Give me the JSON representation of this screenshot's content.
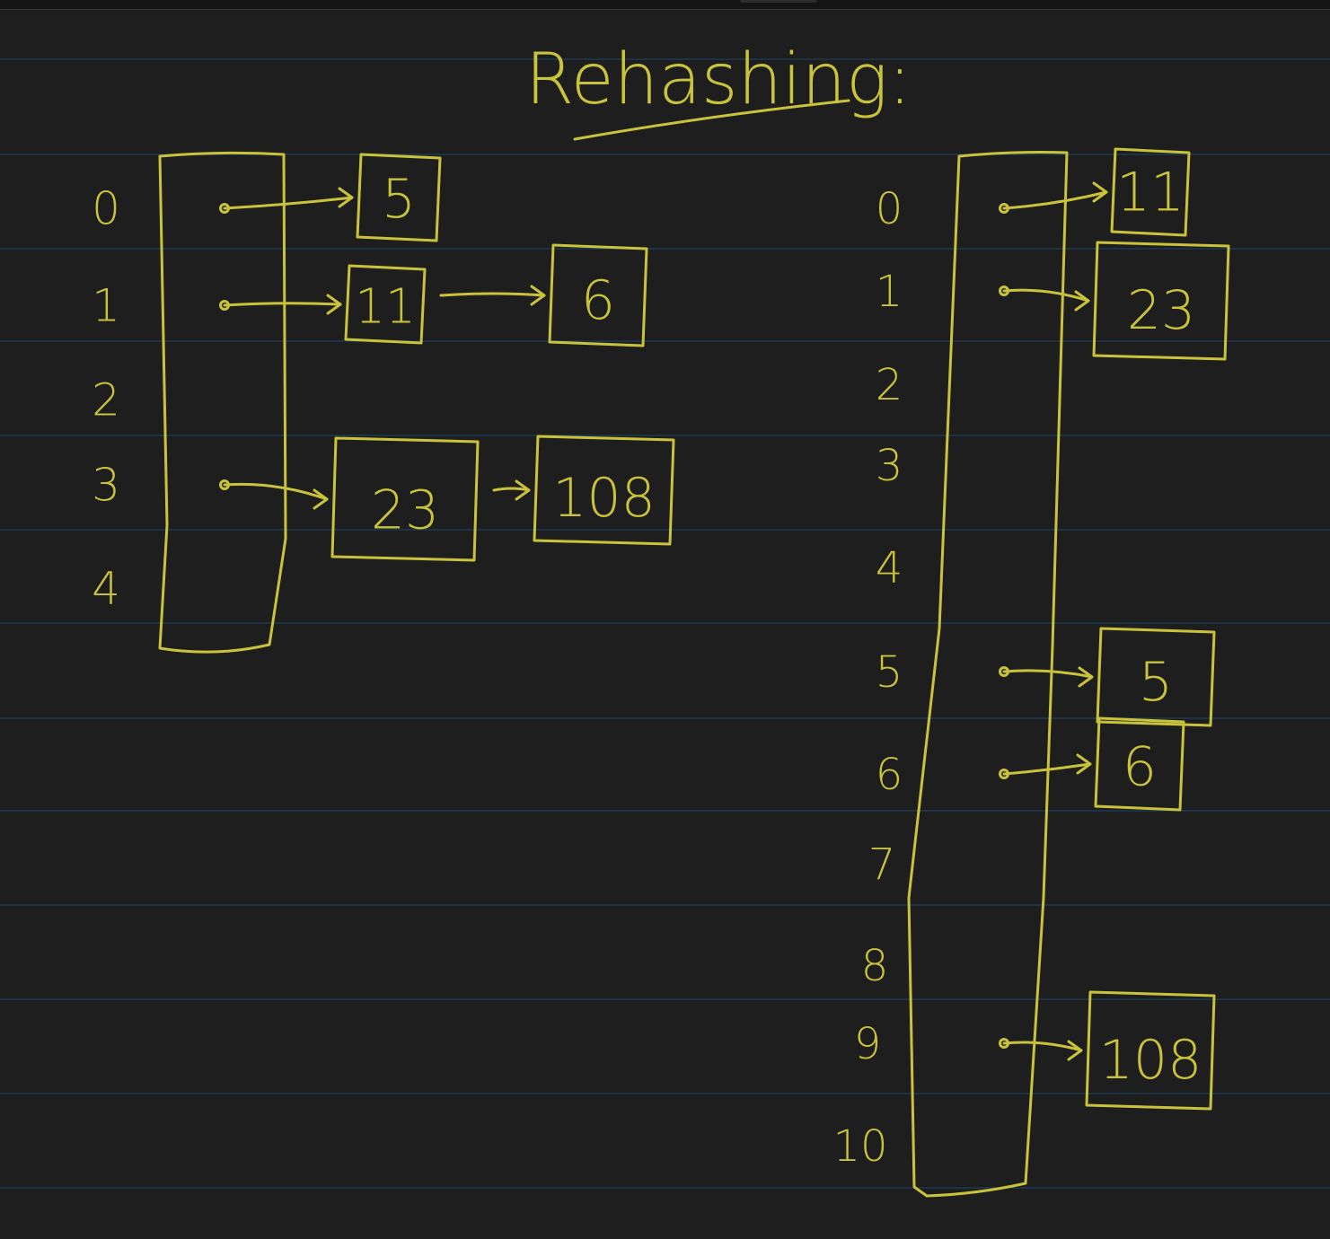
{
  "title": "Rehashing:",
  "ink_color": "#c9c33c",
  "rule_color": "#1d3a52",
  "background": "#1e1e1e",
  "old_table": {
    "indices": [
      "0",
      "1",
      "2",
      "3",
      "4"
    ],
    "chains": [
      {
        "index": 0,
        "nodes": [
          "5"
        ]
      },
      {
        "index": 1,
        "nodes": [
          "11",
          "6"
        ]
      },
      {
        "index": 3,
        "nodes": [
          "23",
          "108"
        ]
      }
    ]
  },
  "new_table": {
    "indices": [
      "0",
      "1",
      "2",
      "3",
      "4",
      "5",
      "6",
      "7",
      "8",
      "9",
      "10"
    ],
    "chains": [
      {
        "index": 0,
        "nodes": [
          "11"
        ]
      },
      {
        "index": 1,
        "nodes": [
          "23"
        ]
      },
      {
        "index": 5,
        "nodes": [
          "5"
        ]
      },
      {
        "index": 6,
        "nodes": [
          "6"
        ]
      },
      {
        "index": 9,
        "nodes": [
          "108"
        ]
      }
    ]
  }
}
